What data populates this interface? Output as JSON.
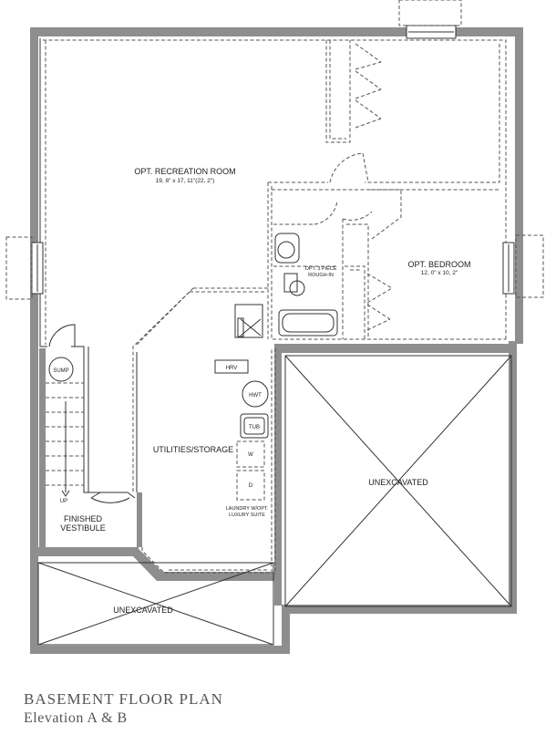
{
  "rooms": {
    "recreation_name": "OPT. RECREATION ROOM",
    "recreation_dims": "19, 8\" x 17, 11\"(22, 2\")",
    "bedroom_name": "OPT. BEDROOM",
    "bedroom_dims": "12, 0\" x 10, 2\"",
    "bath_line1": "OPT. 3 PIECE",
    "bath_line2": "ROUGH-IN",
    "utilities": "UTILITIES/STORAGE",
    "vestibule_line1": "FINISHED",
    "vestibule_line2": "VESTIBULE",
    "unexcavated_right": "UNEXCAVATED",
    "unexcavated_bottom": "UNEXCAVATED"
  },
  "fixtures": {
    "sump": "SUMP",
    "hrv": "HRV",
    "hwt": "HWT",
    "tub": "TUB",
    "washer": "W",
    "dryer": "D",
    "laundry_line1": "LAUNDRY W/OPT.",
    "laundry_line2": "LUXURY SUITE",
    "stair_up": "UP"
  },
  "caption": {
    "title": "BASEMENT FLOOR PLAN",
    "subtitle": "Elevation A & B"
  }
}
